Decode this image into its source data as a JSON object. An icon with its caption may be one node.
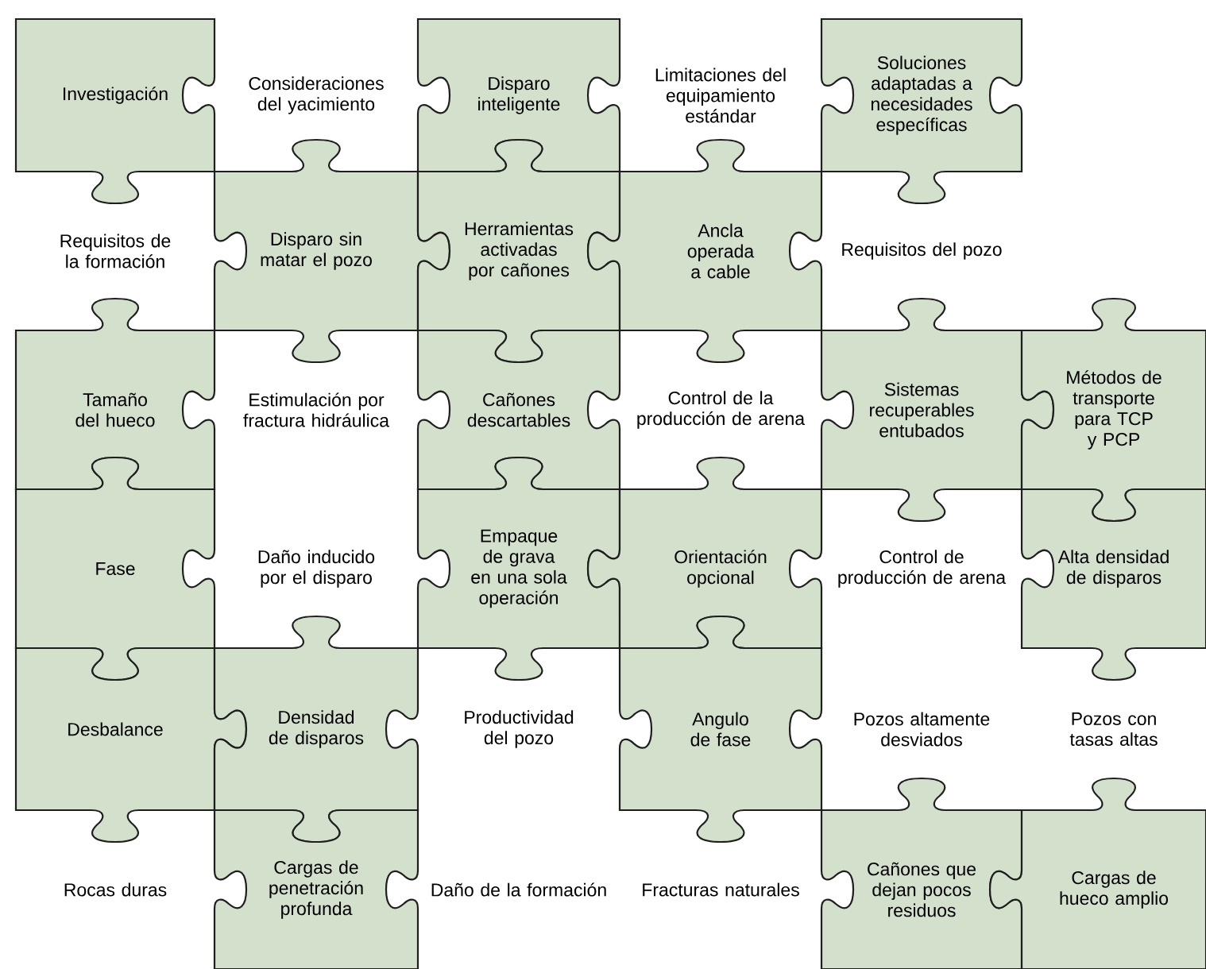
{
  "diagram": {
    "nodes": [
      {
        "text": [
          "Investigación"
        ]
      },
      {
        "text": [
          "Disparo inteligente"
        ]
      },
      {
        "text": [
          "Soluciones adaptadas a necesidades específicas"
        ]
      },
      {
        "text": [
          "Disparo sin matar el pozo"
        ]
      },
      {
        "text": [
          "Herramientas activadas por cañones"
        ]
      },
      {
        "text": [
          "Ancla operada a cable"
        ]
      },
      {
        "text": [
          "Tamaño del hueco"
        ]
      },
      {
        "text": [
          "Cañones descartables"
        ]
      },
      {
        "text": [
          "Sistemas recuperables entubados"
        ]
      },
      {
        "text": [
          "Métodos de transporte para TCP y PCP"
        ]
      },
      {
        "text": [
          "Fase"
        ]
      },
      {
        "text": [
          "Empaque de grava en una sola operación"
        ]
      },
      {
        "text": [
          "Orientación opcional"
        ]
      },
      {
        "text": [
          "Alta densidad de disparos"
        ]
      },
      {
        "text": [
          "Desbalance"
        ]
      },
      {
        "text": [
          "Densidad de disparos"
        ]
      },
      {
        "text": [
          "Angulo de fase"
        ]
      },
      {
        "text": [
          "Cargas de penetración profunda"
        ]
      },
      {
        "text": [
          "Cañones que dejan pocos residuos"
        ]
      },
      {
        "text": [
          "Cargas de hueco amplio"
        ]
      }
    ],
    "labels": [
      "Consideraciones del yacimiento",
      "Limitaciones del equipamiento estándar",
      "Requisitos de la formación",
      "Requisitos del pozo",
      "Estimulación por fractura hidráulica",
      "Control de la producción de arena",
      "Daño inducido por el disparo",
      "Control de producción de arena",
      "Productividad del pozo",
      "Pozos altamente desviados",
      "Pozos con tasas altas",
      "Rocas duras",
      "Daño de la formación",
      "Fracturas naturales"
    ]
  }
}
